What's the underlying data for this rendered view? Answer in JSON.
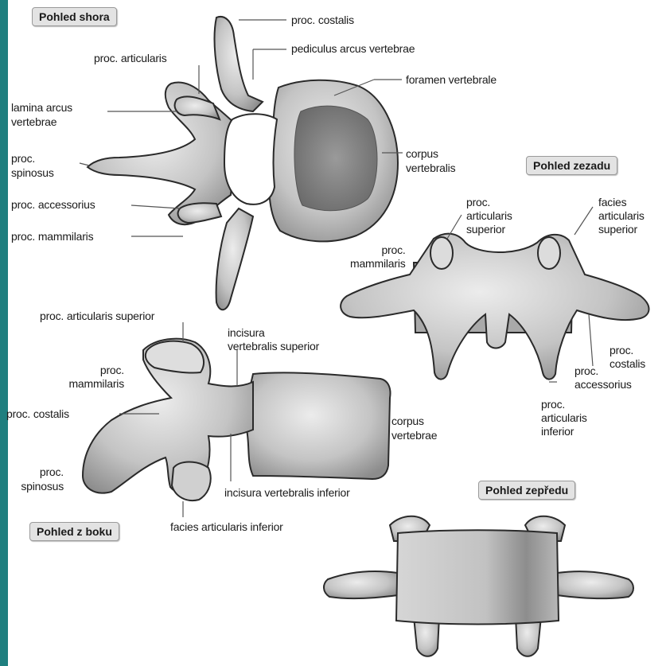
{
  "background_color": "#1f7f7f",
  "bone_fill": "#bdbdbd",
  "views": {
    "top": "Pohled shora",
    "back": "Pohled zezadu",
    "side": "Pohled z boku",
    "front": "Pohled zepředu"
  },
  "labels_top": {
    "proc_costalis": "proc. costalis",
    "pediculus": "pediculus arcus vertebrae",
    "proc_articularis": "proc. articularis",
    "foramen": "foramen vertebrale",
    "lamina": "lamina arcus\nvertebrae",
    "corpus": "corpus\nvertebralis",
    "proc_spinosus": "proc.\nspinosus",
    "proc_accessorius": "proc. accessorius",
    "proc_mammilaris": "proc. mammilaris"
  },
  "labels_back": {
    "proc_art_sup": "proc.\narticularis\nsuperior",
    "facies_art_sup": "facies\narticularis\nsuperior",
    "proc_mammilaris": "proc.\nmammilaris",
    "proc_costalis": "proc.\ncostalis",
    "proc_accessorius": "proc.\naccessorius",
    "proc_art_inf": "proc.\narticularis\ninferior"
  },
  "labels_side": {
    "proc_art_sup": "proc. articularis superior",
    "incisura_sup": "incisura\nvertebralis superior",
    "proc_mammilaris": "proc.\nmammilaris",
    "proc_costalis": "proc. costalis",
    "corpus": "corpus\nvertebrae",
    "proc_spinosus": "proc.\nspinosus",
    "incisura_inf": "incisura vertebralis inferior",
    "facies_art_inf": "facies articularis inferior"
  }
}
